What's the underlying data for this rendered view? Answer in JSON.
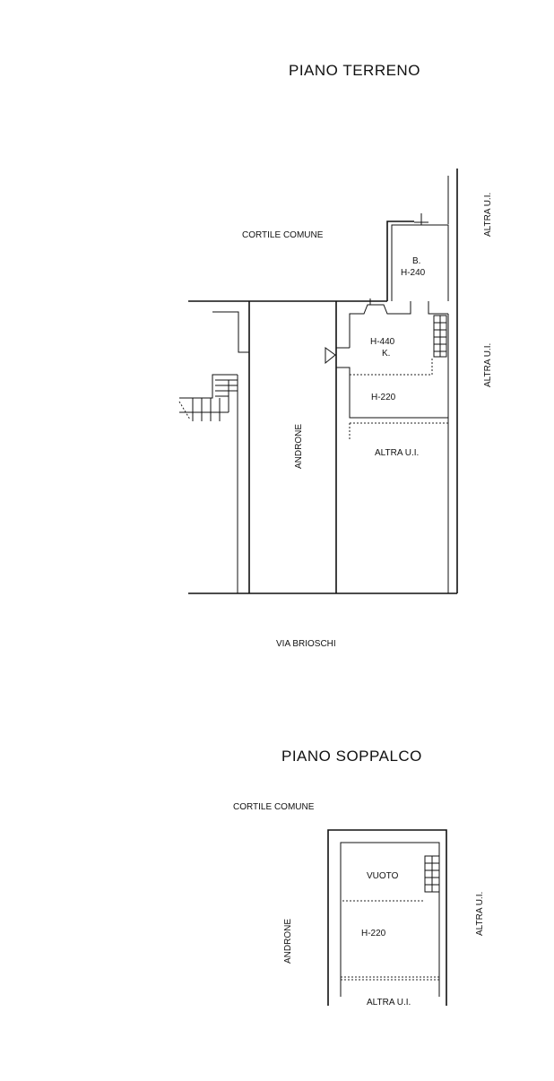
{
  "ground_floor": {
    "title": "PIANO  TERRENO",
    "labels": {
      "courtyard": "CORTILE COMUNE",
      "bath": "B.",
      "bath_height": "H-240",
      "kitchen_height": "H-440",
      "kitchen": "K.",
      "lower_height": "H-220",
      "other_unit_bottom": "ALTRA U.I.",
      "other_unit_right_top": "ALTRA U.I.",
      "other_unit_right_mid": "ALTRA U.I.",
      "passage": "ANDRONE",
      "street": "VIA BRIOSCHI"
    }
  },
  "mezzanine": {
    "title": "PIANO  SOPPALCO",
    "labels": {
      "courtyard": "CORTILE COMUNE",
      "void": "VUOTO",
      "height": "H-220",
      "passage": "ANDRONE",
      "other_unit_right": "ALTRA U.I.",
      "other_unit_bottom": "ALTRA U.I."
    }
  }
}
